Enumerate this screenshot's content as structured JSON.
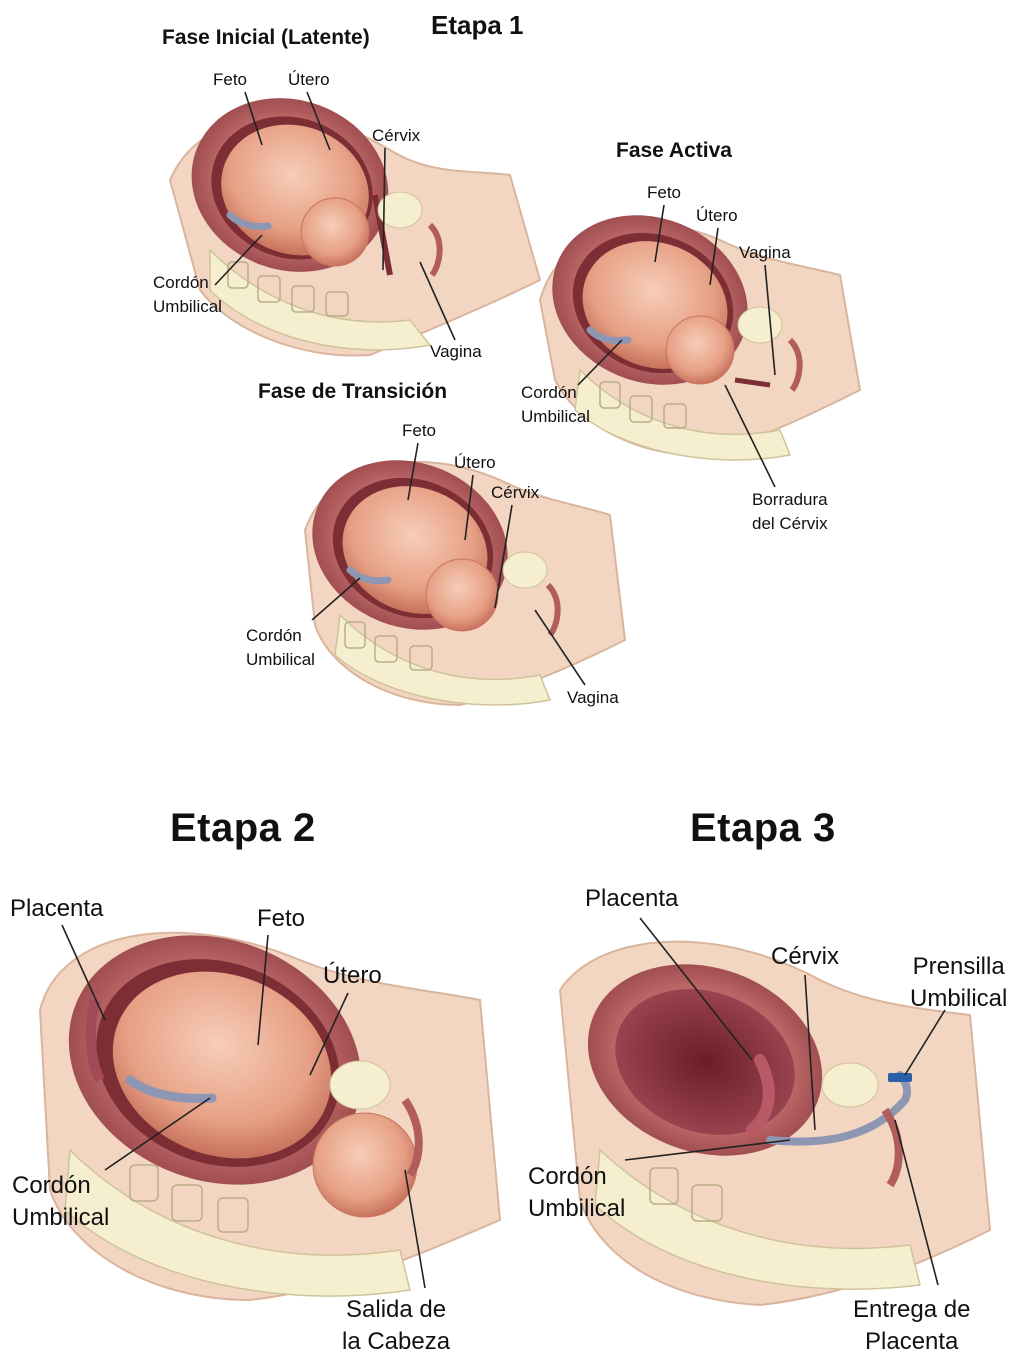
{
  "stage1": {
    "title": "Etapa 1",
    "latent": {
      "title": "Fase Inicial (Latente)",
      "feto": "Feto",
      "utero": "Útero",
      "cervix": "Cérvix",
      "cordon_line1": "Cordón",
      "cordon_line2": "Umbilical",
      "vagina": "Vagina"
    },
    "active": {
      "title": "Fase Activa",
      "feto": "Feto",
      "utero": "Útero",
      "vagina": "Vagina",
      "cordon_line1": "Cordón",
      "cordon_line2": "Umbilical",
      "borradura_line1": "Borradura",
      "borradura_line2": "del Cérvix"
    },
    "transition": {
      "title": "Fase de Transición",
      "feto": "Feto",
      "utero": "Útero",
      "cervix": "Cérvix",
      "cordon_line1": "Cordón",
      "cordon_line2": "Umbilical",
      "vagina": "Vagina"
    }
  },
  "stage2": {
    "title": "Etapa 2",
    "placenta": "Placenta",
    "feto": "Feto",
    "utero": "Útero",
    "cordon_line1": "Cordón",
    "cordon_line2": "Umbilical",
    "salida_line1": "Salida de",
    "salida_line2": "la Cabeza"
  },
  "stage3": {
    "title": "Etapa 3",
    "placenta": "Placenta",
    "cervix": "Cérvix",
    "prensilla_line1": "Prensilla",
    "prensilla_line2": "Umbilical",
    "cordon_line1": "Cordón",
    "cordon_line2": "Umbilical",
    "entrega_line1": "Entrega de",
    "entrega_line2": "Placenta"
  },
  "colors": {
    "skin": "#f3d6c2",
    "pelvis_bg": "#f6efcf",
    "uterus_wall": "#b25c5c",
    "uterus_inner": "#7d2e35",
    "fetus": "#e9a78f",
    "cord": "#8d97b3",
    "clamp": "#2d5fa8"
  }
}
